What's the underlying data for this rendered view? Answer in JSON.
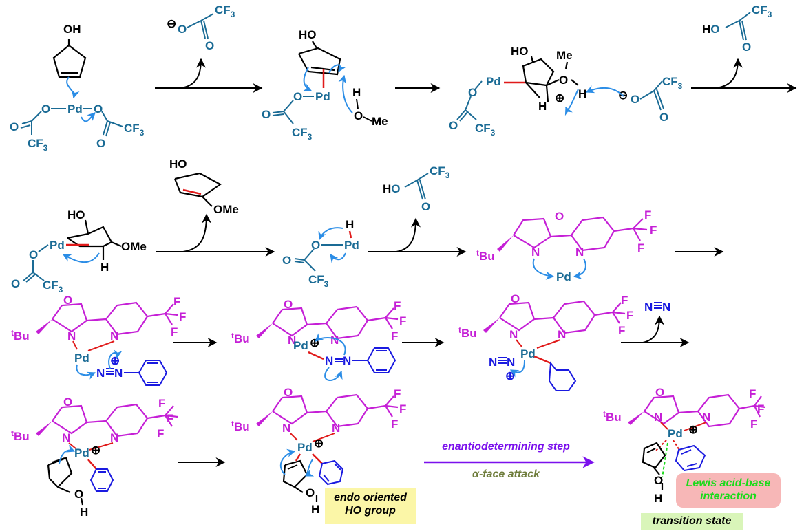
{
  "atoms": {
    "OH": "OH",
    "HO": "HO",
    "O": "O",
    "Pd": "Pd",
    "CF3": "CF",
    "sub3": "3",
    "Me": "Me",
    "OMe": "OMe",
    "H": "H",
    "N": "N",
    "F": "F",
    "Bu": "Bu",
    "t": "t",
    "minus": "⊖",
    "plus": "⊕"
  },
  "labels": {
    "enantio": "enantiodetermining step",
    "alpha": "α-face attack",
    "endo_line1": "endo oriented",
    "endo_line2": "HO group",
    "lewis_line1": "Lewis acid-base",
    "lewis_line2": "interaction",
    "ts": "transition state"
  },
  "colors": {
    "teal": "#1a6b95",
    "magenta": "#c51fd6",
    "blue": "#1a1ae0",
    "arrow_blue": "#2b8de6",
    "bond_red": "#e01a1a",
    "green": "#1adb1a",
    "purple": "#7b10ed",
    "olive": "#6f7d3c"
  }
}
